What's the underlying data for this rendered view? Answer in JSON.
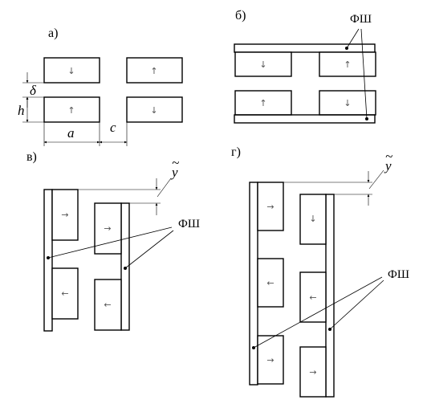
{
  "panels": {
    "a": {
      "label": "а)",
      "arrows": [
        "↓",
        "↑",
        "↑",
        "↓"
      ],
      "dim_h": "h",
      "dim_delta": "δ",
      "dim_a": "a",
      "dim_c": "c"
    },
    "b": {
      "label": "б)",
      "arrows": [
        "↓",
        "↑",
        "↑",
        "↓"
      ],
      "fsh": "ФШ"
    },
    "v": {
      "label": "в)",
      "arrows": [
        "→",
        "→",
        "←",
        "←"
      ],
      "fsh": "ФШ",
      "dim_y": "y"
    },
    "g": {
      "label": "г)",
      "arrows": [
        "→",
        "↓",
        "←",
        "←",
        "→",
        "→"
      ],
      "fsh": "ФШ",
      "dim_y": "y"
    }
  }
}
